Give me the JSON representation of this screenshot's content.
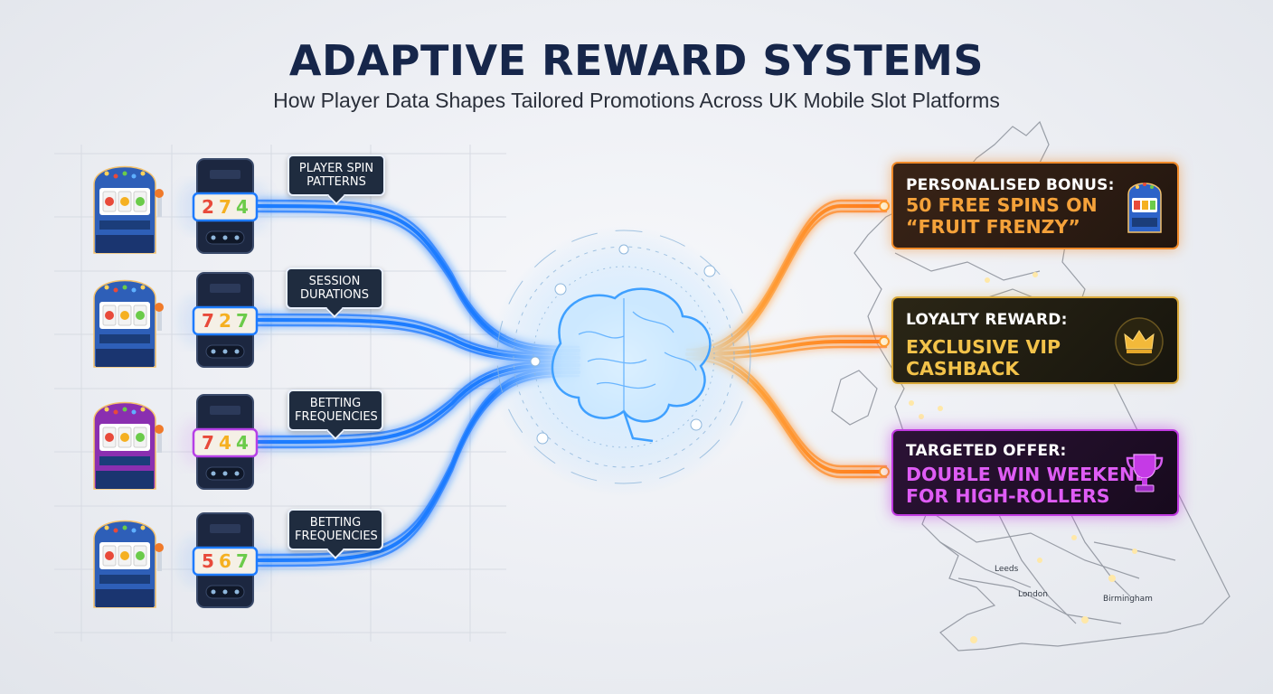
{
  "title": "ADAPTIVE REWARD SYSTEMS",
  "subtitle": "How Player Data Shapes Tailored Promotions Across UK Mobile Slot Platforms",
  "inputs": [
    {
      "label_lines": [
        "PLAYER SPIN",
        "PATTERNS"
      ],
      "accent": "#1e7bff",
      "phone_reel": [
        "2",
        "7",
        "4"
      ]
    },
    {
      "label_lines": [
        "SESSION",
        "DURATIONS"
      ],
      "accent": "#1e7bff",
      "phone_reel": [
        "7",
        "2",
        "7"
      ]
    },
    {
      "label_lines": [
        "BETTING",
        "FREQUENCIES"
      ],
      "accent": "#b640e6",
      "phone_reel": [
        "7",
        "4",
        "4"
      ]
    },
    {
      "label_lines": [
        "BETTING",
        "FREQUENCIES"
      ],
      "accent": "#1e7bff",
      "phone_reel": [
        "5",
        "6",
        "7"
      ]
    }
  ],
  "rewards": [
    {
      "heading": "PERSONALISED BONUS:",
      "body_lines": [
        "50 FREE SPINS ON",
        "“FRUIT FRENZY”"
      ],
      "icon": "slot-machine-icon",
      "color": "#f08a2a"
    },
    {
      "heading": "LOYALTY REWARD:",
      "body_lines": [
        "EXCLUSIVE VIP",
        "CASHBACK"
      ],
      "icon": "crown-icon",
      "color": "#d9a93a"
    },
    {
      "heading": "TARGETED OFFER:",
      "body_lines": [
        "DOUBLE WIN WEEKEND",
        "FOR HIGH-ROLLERS"
      ],
      "icon": "trophy-icon",
      "color": "#c03ae0"
    }
  ],
  "map_labels": [
    "Leeds",
    "London",
    "Birmingham"
  ],
  "colors": {
    "title": "#16264a",
    "data_stream": "#1e7bff",
    "reward_stream": "#f08a2a",
    "brain": "#8fd0ff"
  }
}
